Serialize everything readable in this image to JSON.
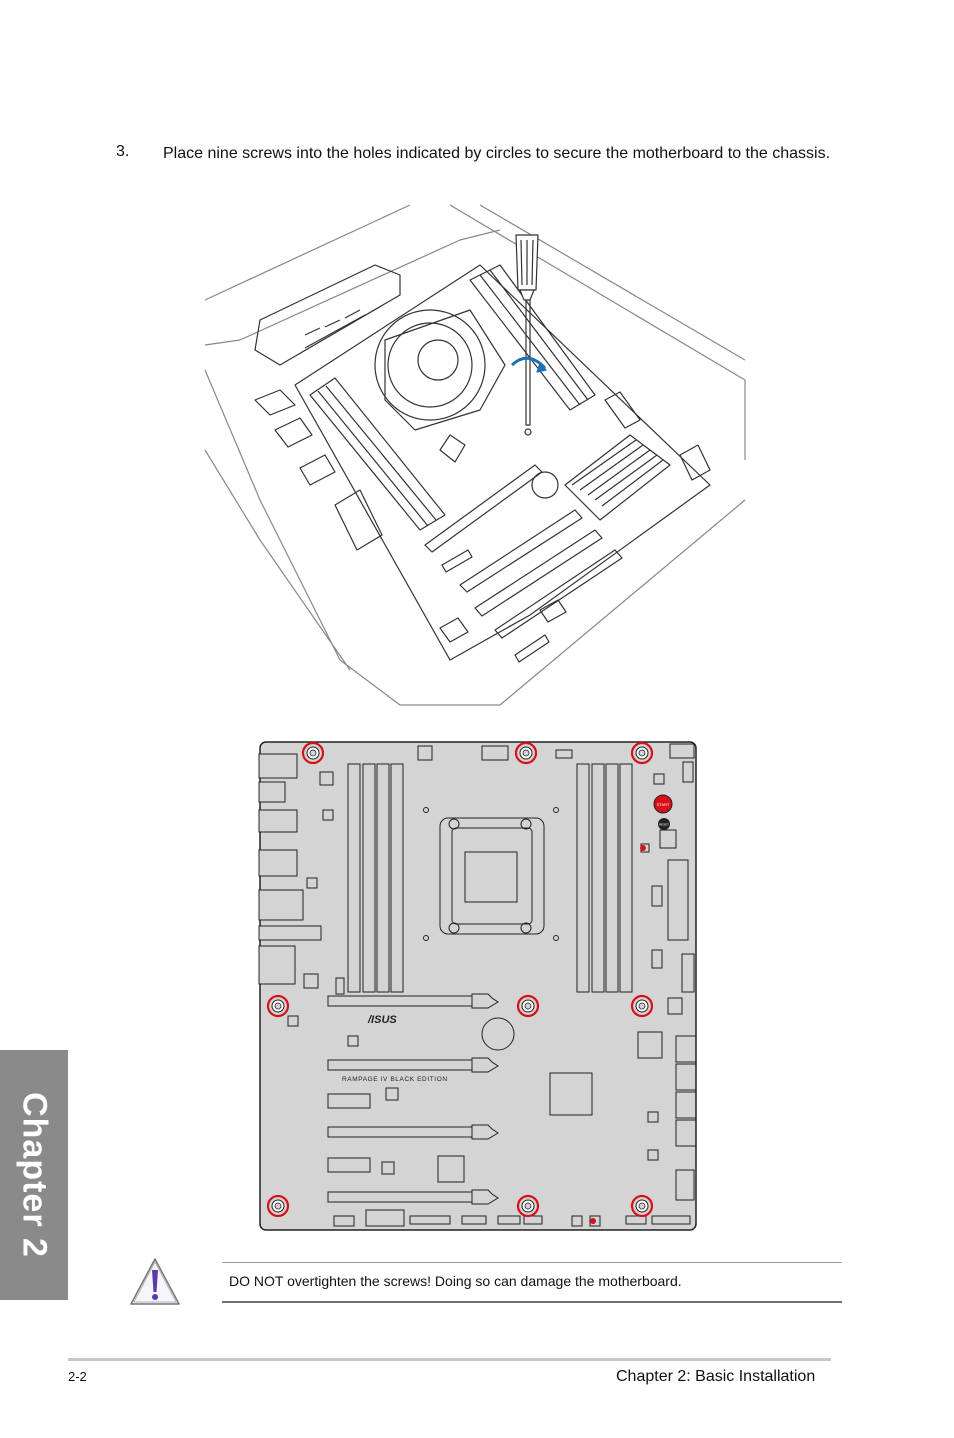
{
  "step": {
    "number": "3.",
    "text": "Place nine screws into the holes indicated by circles to secure the motherboard to the chassis."
  },
  "side_tab": {
    "label": "Chapter 2"
  },
  "illustration": {
    "top_figure": "screwdriver-installing-motherboard",
    "board_logo": "/ISUS",
    "board_model": "RAMPAGE IV BLACK EDITION",
    "start_button_label": "START",
    "reset_button_label": "RESET",
    "screw_hole_count": 9,
    "screw_marker_color": "#d7101a",
    "board_color": "#d4d4d4"
  },
  "notice": {
    "icon": "warning-icon",
    "text": "DO NOT overtighten the screws! Doing so can damage the motherboard."
  },
  "footer": {
    "page_number": "2-2",
    "chapter_title": "Chapter 2: Basic Installation"
  }
}
